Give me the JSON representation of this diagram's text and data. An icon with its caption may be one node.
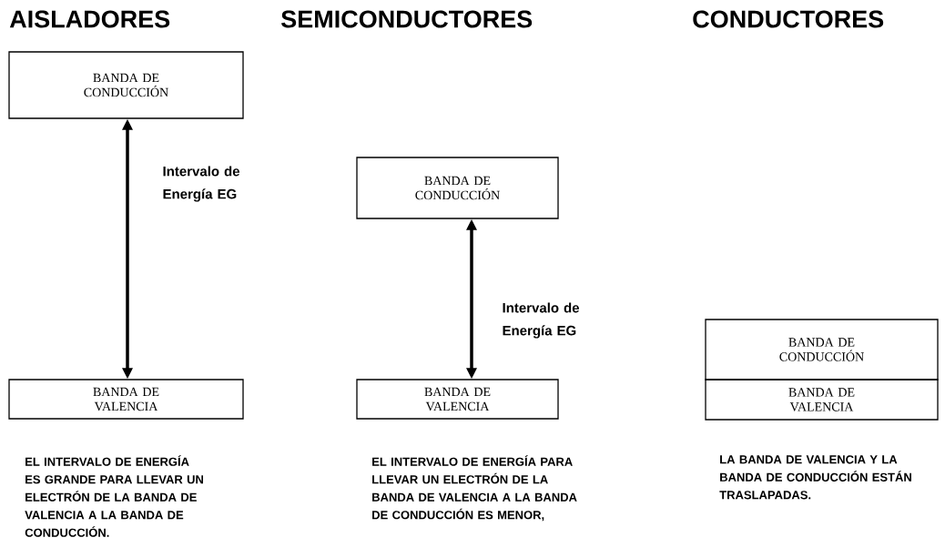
{
  "diagram": {
    "nodes": [
      {
        "text": [
          "BANDA DE CONDUCCIÓN"
        ]
      },
      {
        "text": [
          "BANDA DE VALENCIA"
        ]
      },
      {
        "text": [
          "BANDA DE CONDUCCIÓN"
        ]
      },
      {
        "text": [
          "BANDA DE VALENCIA"
        ]
      },
      {
        "text": [
          "BANDA DE CONDUCCIÓN"
        ]
      },
      {
        "text": [
          "BANDA DE VALENCIA"
        ]
      }
    ],
    "edges": [
      {
        "from": 0,
        "to": 1,
        "arrow": "both",
        "label": "Intervalo de Energía EG"
      },
      {
        "from": 2,
        "to": 3,
        "arrow": "both",
        "label": "Intervalo de Energía EG"
      }
    ],
    "labels": [
      "AISLADORES",
      "SEMICONDUCTORES",
      "CONDUCTORES",
      "EL INTERVALO DE ENERGÍA ES GRANDE PARA LLEVAR UN ELECTRÓN DE LA BANDA DE VALENCIA A LA BANDA DE CONDUCCIÓN.",
      "EL INTERVALO DE ENERGÍA PARA LLEVAR UN ELECTRÓN DE LA BANDA DE VALENCIA A LA BANDA DE CONDUCCIÓN ES MENOR,",
      "LA BANDA DE VALENCIA Y LA BANDA DE CONDUCCIÓN ESTÁN TRASLAPADAS."
    ]
  }
}
